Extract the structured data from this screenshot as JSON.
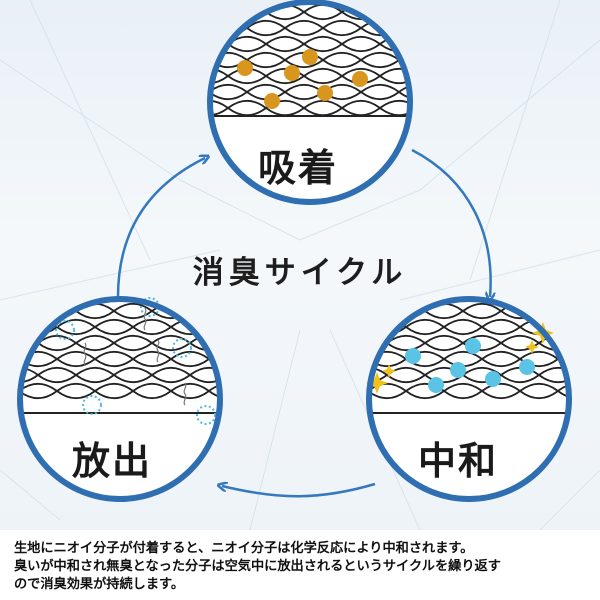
{
  "diagram": {
    "title": "消臭サイクル",
    "nodes": [
      {
        "id": "adsorb",
        "label": "吸着"
      },
      {
        "id": "neutralize",
        "label": "中和"
      },
      {
        "id": "release",
        "label": "放出"
      }
    ]
  },
  "caption": {
    "line1": "生地にニオイ分子が付着すると、ニオイ分子は化学反応により中和されます。",
    "line2": "臭いが中和され無臭となった分子は空気中に放出されるというサイクルを繰り返す",
    "line3": "ので消臭効果が持続します。"
  },
  "colors": {
    "ring": "#2f6fb1",
    "arrow": "#3478bd",
    "odor_molecule": "#d9961f",
    "neutral_molecule": "#5bc4e6",
    "sparkle": "#f2c21b",
    "background": "#eaf1f7"
  }
}
